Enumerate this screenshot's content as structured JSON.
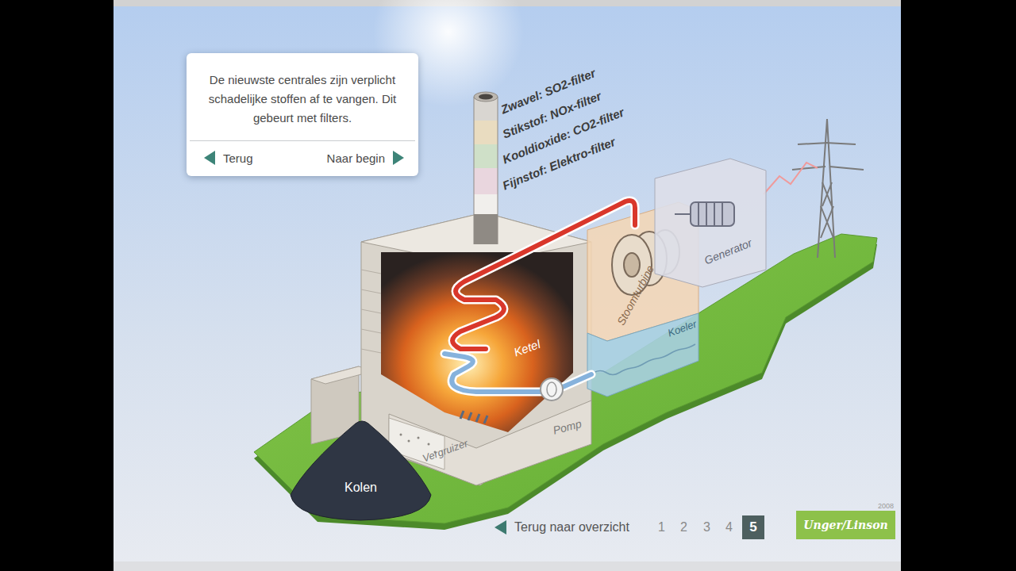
{
  "diagram": {
    "nodes": [
      {
        "text": [
          "De nieuwste centrales zijn verplicht schadelijke stoffen af te vangen. Dit gebeurt met filters.",
          "Terug",
          "Naar begin"
        ]
      },
      {
        "text": [
          "Kolen"
        ]
      },
      {
        "text": [
          "5"
        ]
      },
      {
        "text": [
          "2008",
          "Unger/Linson"
        ]
      }
    ],
    "labels": [
      "Zwavel: SO2-filter",
      "Stikstof: NOx-filter",
      "Kooldioxide: CO2-filter",
      "Fijnstof: Elektro-filter",
      "Ketel",
      "Stoomturbine",
      "Koeler",
      "Generator",
      "Pomp",
      "Vergruizer",
      "Terug naar overzicht",
      "1",
      "2",
      "3",
      "4"
    ]
  }
}
